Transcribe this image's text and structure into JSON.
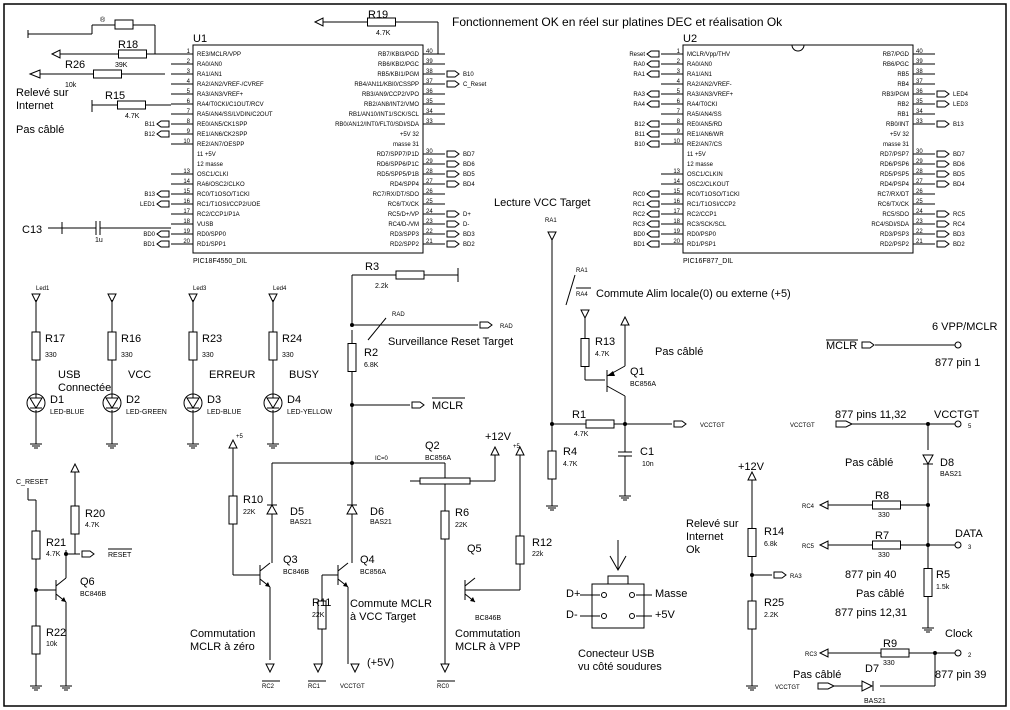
{
  "header": "Fonctionnement OK en réel sur platines DEC et réalisation Ok",
  "u1": {
    "ref": "U1",
    "part": "PIC18F4550_DIL",
    "left": [
      {
        "n": "1",
        "t": "RE3/MCLR/VPP"
      },
      {
        "n": "2",
        "t": "RA0/AN0"
      },
      {
        "n": "3",
        "t": "RA1/AN1"
      },
      {
        "n": "4",
        "t": "RA2/AN2/VREF-/CVREF"
      },
      {
        "n": "5",
        "t": "RA3/AN3/VREF+"
      },
      {
        "n": "6",
        "t": "RA4/T0CKI/C1OUT/RCV"
      },
      {
        "n": "7",
        "t": "RA5/AN4/SS/LVDIN/C2OUT"
      },
      {
        "n": "8",
        "t": "RE0/AN5/CK1SPP"
      },
      {
        "n": "9",
        "t": "RE1/AN6/CK2SPP"
      },
      {
        "n": "10",
        "t": "RE2/AN7/OESPP"
      },
      {
        "n": "",
        "t": "11 +5V"
      },
      {
        "n": "",
        "t": "12 masse"
      },
      {
        "n": "13",
        "t": "OSC1/CLKI"
      },
      {
        "n": "14",
        "t": "RA6/OSC2/CLKO"
      },
      {
        "n": "15",
        "t": "RC0/T1OSO/T1CKI"
      },
      {
        "n": "16",
        "t": "RC1/T1OSI/CCP2/UOE"
      },
      {
        "n": "17",
        "t": "RC2/CCP1/P1A"
      },
      {
        "n": "18",
        "t": "VUSB"
      },
      {
        "n": "19",
        "t": "RD0/SPP0"
      },
      {
        "n": "20",
        "t": "RD1/SPP1"
      }
    ],
    "right": [
      {
        "n": "40",
        "t": "RB7/KBI3/PGD"
      },
      {
        "n": "39",
        "t": "RB6/KBI2/PGC"
      },
      {
        "n": "38",
        "t": "RB5/KBI1/PGM"
      },
      {
        "n": "37",
        "t": "RB4/AN11/KBI0/CSSPP"
      },
      {
        "n": "36",
        "t": "RB3/AN9/CCP2/VPO"
      },
      {
        "n": "35",
        "t": "RB2/AN8/INT2/VMO"
      },
      {
        "n": "34",
        "t": "RB1/AN10/INT1/SCK/SCL"
      },
      {
        "n": "33",
        "t": "RB0/AN12/INT0/FLT0/SDI/SDA"
      },
      {
        "n": "",
        "t": "+5V 32"
      },
      {
        "n": "",
        "t": "masse 31"
      },
      {
        "n": "30",
        "t": "RD7/SPP7/P1D"
      },
      {
        "n": "29",
        "t": "RD6/SPP6/P1C"
      },
      {
        "n": "28",
        "t": "RD5/SPP5/P1B"
      },
      {
        "n": "27",
        "t": "RD4/SPP4"
      },
      {
        "n": "26",
        "t": "RC7/RX/DT/SDO"
      },
      {
        "n": "25",
        "t": "RC6/TX/CK"
      },
      {
        "n": "24",
        "t": "RC5/D+/VP"
      },
      {
        "n": "23",
        "t": "RC4/D-/VM"
      },
      {
        "n": "22",
        "t": "RD3/SPP3"
      },
      {
        "n": "21",
        "t": "RD2/SPP2"
      }
    ]
  },
  "u2": {
    "ref": "U2",
    "part": "PIC16F877_DIL",
    "left": [
      {
        "n": "1",
        "t": "MCLR/Vpp/THV"
      },
      {
        "n": "2",
        "t": "RA0/AN0"
      },
      {
        "n": "3",
        "t": "RA1/AN1"
      },
      {
        "n": "4",
        "t": "RA2/AN2/VREF-"
      },
      {
        "n": "5",
        "t": "RA3/AN3/VREF+"
      },
      {
        "n": "6",
        "t": "RA4/T0CKI"
      },
      {
        "n": "7",
        "t": "RA5/AN4/SS"
      },
      {
        "n": "8",
        "t": "RE0/AN5/RD"
      },
      {
        "n": "9",
        "t": "RE1/AN6/WR"
      },
      {
        "n": "10",
        "t": "RE2/AN7/CS"
      },
      {
        "n": "",
        "t": "11 +5V"
      },
      {
        "n": "",
        "t": "12 masse"
      },
      {
        "n": "13",
        "t": "OSC1/CLKIN"
      },
      {
        "n": "14",
        "t": "OSC2/CLKOUT"
      },
      {
        "n": "15",
        "t": "RC0/T1OSO/T1CKI"
      },
      {
        "n": "16",
        "t": "RC1/T1OSI/CCP2"
      },
      {
        "n": "17",
        "t": "RC2/CCP1"
      },
      {
        "n": "18",
        "t": "RC3/SCK/SCL"
      },
      {
        "n": "19",
        "t": "RD0/PSP0"
      },
      {
        "n": "20",
        "t": "RD1/PSP1"
      }
    ],
    "right": [
      {
        "n": "40",
        "t": "RB7/PGD"
      },
      {
        "n": "39",
        "t": "RB6/PGC"
      },
      {
        "n": "38",
        "t": "RB5"
      },
      {
        "n": "37",
        "t": "RB4"
      },
      {
        "n": "36",
        "t": "RB3/PGM"
      },
      {
        "n": "35",
        "t": "RB2"
      },
      {
        "n": "34",
        "t": "RB1"
      },
      {
        "n": "33",
        "t": "RB0/INT"
      },
      {
        "n": "",
        "t": "+5V 32"
      },
      {
        "n": "",
        "t": "masse 31"
      },
      {
        "n": "30",
        "t": "RD7/PSP7"
      },
      {
        "n": "29",
        "t": "RD6/PSP6"
      },
      {
        "n": "28",
        "t": "RD5/PSP5"
      },
      {
        "n": "27",
        "t": "RD4/PSP4"
      },
      {
        "n": "26",
        "t": "RC7/RX/DT"
      },
      {
        "n": "25",
        "t": "RC6/TX/CK"
      },
      {
        "n": "24",
        "t": "RC5/SDO"
      },
      {
        "n": "23",
        "t": "RC4/SDI/SDA"
      },
      {
        "n": "22",
        "t": "RD3/PSP3"
      },
      {
        "n": "21",
        "t": "RD2/PSP2"
      }
    ]
  },
  "u1_nets_left": [
    "",
    "",
    "",
    "",
    "",
    "",
    "",
    "B11",
    "B12",
    "",
    "",
    "",
    "",
    "",
    "B13",
    "LED1",
    "",
    "",
    "BD0",
    "BD1"
  ],
  "u1_nets_right": [
    "",
    "",
    "B10",
    "C_Reset",
    "",
    "",
    "",
    "",
    "",
    "",
    "BD7",
    "BD6",
    "BD5",
    "BD4",
    "",
    "",
    "D+",
    "D-",
    "BD3",
    "BD2"
  ],
  "u2_nets_left": [
    "Reset",
    "RA0",
    "RA1",
    "",
    "RA3",
    "RA4",
    "",
    "B12",
    "B11",
    "B10",
    "",
    "",
    "",
    "",
    "RC0",
    "RC1",
    "RC2",
    "RC3",
    "BD0",
    "BD1"
  ],
  "u2_nets_right": [
    "",
    "",
    "",
    "",
    "LED4",
    "LED3",
    "",
    "B13",
    "",
    "",
    "BD7",
    "BD6",
    "BD5",
    "BD4",
    "",
    "",
    "RC5",
    "RC4",
    "BD3",
    "BD2"
  ],
  "u1_side": {
    "r18": "R18",
    "r18_val": "39K",
    "r26": "R26",
    "r26_val": "10k",
    "r15": "R15",
    "r15_val": "4.7K",
    "r19": "R19",
    "r19_val": "4.7K",
    "c13": "C13",
    "c13_val": "1u",
    "releve": "Relevé sur\nInternet",
    "pas_cable": "Pas câblé"
  },
  "leds": [
    {
      "net": "Led1",
      "ref": "R17",
      "val": "330",
      "d": "D1",
      "part": "LED-BLUE",
      "name": "USB\nConnectée"
    },
    {
      "net": "",
      "ref": "R16",
      "val": "330",
      "d": "D2",
      "part": "LED-GREEN",
      "name": "VCC"
    },
    {
      "net": "Led3",
      "ref": "R23",
      "val": "330",
      "d": "D3",
      "part": "LED-BLUE",
      "name": "ERREUR"
    },
    {
      "net": "Led4",
      "ref": "R24",
      "val": "330",
      "d": "D4",
      "part": "LED-YELLOW",
      "name": "BUSY"
    }
  ],
  "reset_block": {
    "c_reset": "C_RESET",
    "r20": "R20",
    "r20_val": "4.7K",
    "r21": "R21",
    "r21_val": "4.7K",
    "q6": "Q6",
    "q6_part": "BC846B",
    "r22": "R22",
    "r22_val": "10k",
    "reset_out": "RESET"
  },
  "mclr_block": {
    "r3": "R3",
    "r3_val": "2.2k",
    "rad": "RAD",
    "r2": "R2",
    "r2_val": "6.8K",
    "surveil": "Surveillance Reset Target",
    "mclr": "MCLR",
    "ic": "IC=0",
    "r10": "R10",
    "r10_val": "22K",
    "d5": "D5",
    "d5_part": "BAS21",
    "d6": "D6",
    "d6_part": "BAS21",
    "q2": "Q2",
    "q2_part": "BC856A",
    "r6": "R6",
    "r6_val": "22K",
    "p12v": "+12V",
    "p5": "+5",
    "r12": "R12",
    "r12_val": "22k",
    "q3": "Q3",
    "q3_part": "BC846B",
    "q4": "Q4",
    "q4_part": "BC856A",
    "r11": "R11",
    "r11_val": "22K",
    "q5": "Q5",
    "q5_part": "BC846B",
    "comm_zero": "Commutation\nMCLR à zéro",
    "comm_vcc": "Commute MCLR\nà VCC Target",
    "p5v": "(+5V)",
    "comm_vpp": "Commutation\nMCLR à VPP",
    "rc2": "RC2",
    "rc1": "RC1",
    "vcctgt": "VCCTGT",
    "rc0": "RC0"
  },
  "vcc_block": {
    "lecture": "Lecture VCC Target",
    "ra1": "RA1",
    "ra4": "RA4",
    "commute": "Commute Alim locale(0) ou externe (+5)",
    "r13": "R13",
    "r13_val": "4.7K",
    "q1": "Q1",
    "q1_part": "BC856A",
    "pas_cable": "Pas câblé",
    "r1": "R1",
    "r1_val": "4.7K",
    "vcctgt": "VCCTGT",
    "r4": "R4",
    "r4_val": "4.7K",
    "c1": "C1",
    "c1_val": "10n"
  },
  "usb": {
    "dplus": "D+",
    "dminus": "D-",
    "masse": "Masse",
    "p5v": "+5V",
    "title": "Conecteur USB\nvu côté soudures"
  },
  "mid_block": {
    "releve": "Relevé sur\nInternet\nOk",
    "p12v": "+12V",
    "r14": "R14",
    "r14_val": "6.8k",
    "ra3": "RA3",
    "r25": "R25",
    "r25_val": "2.2K"
  },
  "right_block": {
    "vpp_title": "6 VPP/MCLR",
    "mclr": "MCLR",
    "pin1": "877 pin 1",
    "pins1132": "877 pins 11,32",
    "vcctgt_title": "VCCTGT",
    "vcctgt": "VCCTGT",
    "con5": "5",
    "pas_cable": "Pas câblé",
    "d8": "D8",
    "d8_part": "BAS21",
    "rc4": "RC4",
    "r8": "R8",
    "r8_val": "330",
    "data": "DATA",
    "rc5": "RC5",
    "r7": "R7",
    "r7_val": "330",
    "con3": "3",
    "pin40": "877 pin 40",
    "r5": "R5",
    "r5_val": "1.5k",
    "pas_cable2": "Pas câblé",
    "pins1231": "877 pins 12,31",
    "clock": "Clock",
    "rc3": "RC3",
    "r9": "R9",
    "r9_val": "330",
    "con2": "2",
    "pas_cable3": "Pas câblé",
    "d7": "D7",
    "d7_part": "BAS21",
    "pin39": "877 pin 39",
    "vcctgt2": "VCCTGT"
  }
}
